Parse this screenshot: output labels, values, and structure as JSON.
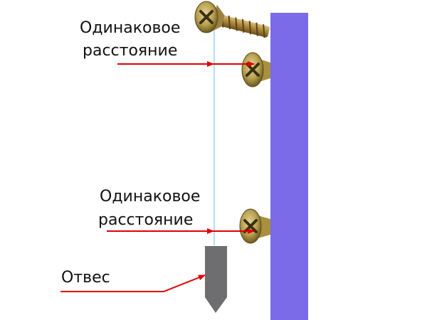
{
  "labels": {
    "top_line1": "Одинаковое",
    "top_line2": "расстояние",
    "mid_line1": "Одинаковое",
    "mid_line2": "расстояние",
    "plumb": "Отвес"
  },
  "colors": {
    "wall": "#7b6be8",
    "arrow": "#e00000",
    "plumb_line": "#9fd4f0",
    "plumb_bob": "#6e6e70",
    "screw": "#b8a050",
    "screw_dark": "#6b5a20"
  },
  "icons": {
    "screw": "screw-icon",
    "plumb_bob": "plumb-bob-icon"
  }
}
